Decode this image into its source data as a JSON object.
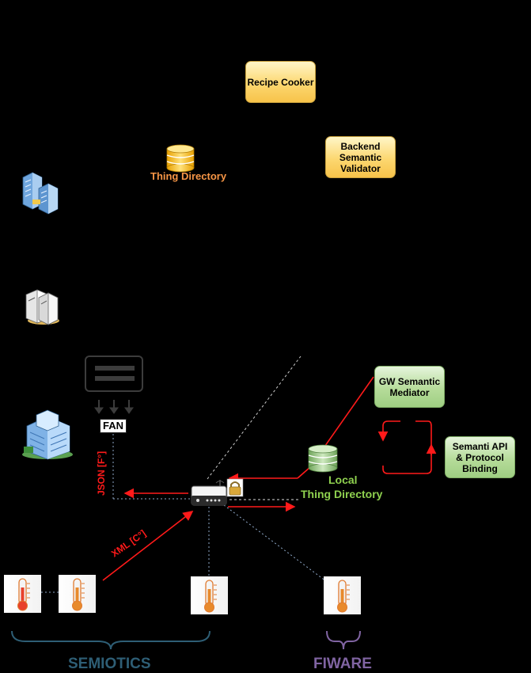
{
  "boxes": {
    "recipe_cooker": "Recipe Cooker",
    "backend_validator": "Backend Semantic Validator",
    "gw_semantic_mediator": "GW Semantic Mediator",
    "semantic_api_binding": "Semanti API & Protocol Binding"
  },
  "labels": {
    "thing_directory": "Thing Directory",
    "local_thing_directory_line1": "Local",
    "local_thing_directory_line2": "Thing Directory",
    "fan": "FAN",
    "json": "JSON [F°]",
    "xml": "XML [C°]",
    "semiotics": "SEMIOTICS",
    "fiware": "FIWARE"
  },
  "colors": {
    "thing_directory": "#f79646",
    "local_thing_directory": "#8fd14f",
    "arrow": "#ff1a1a",
    "semiotics": "#2e5e75",
    "fiware": "#8064a2"
  },
  "icons": [
    "database-icon",
    "server-buildings-icon",
    "server-rack-icon",
    "office-building-icon",
    "fan-device-icon",
    "gateway-router-icon",
    "padlock-icon",
    "thermometer-sensor-icon"
  ]
}
